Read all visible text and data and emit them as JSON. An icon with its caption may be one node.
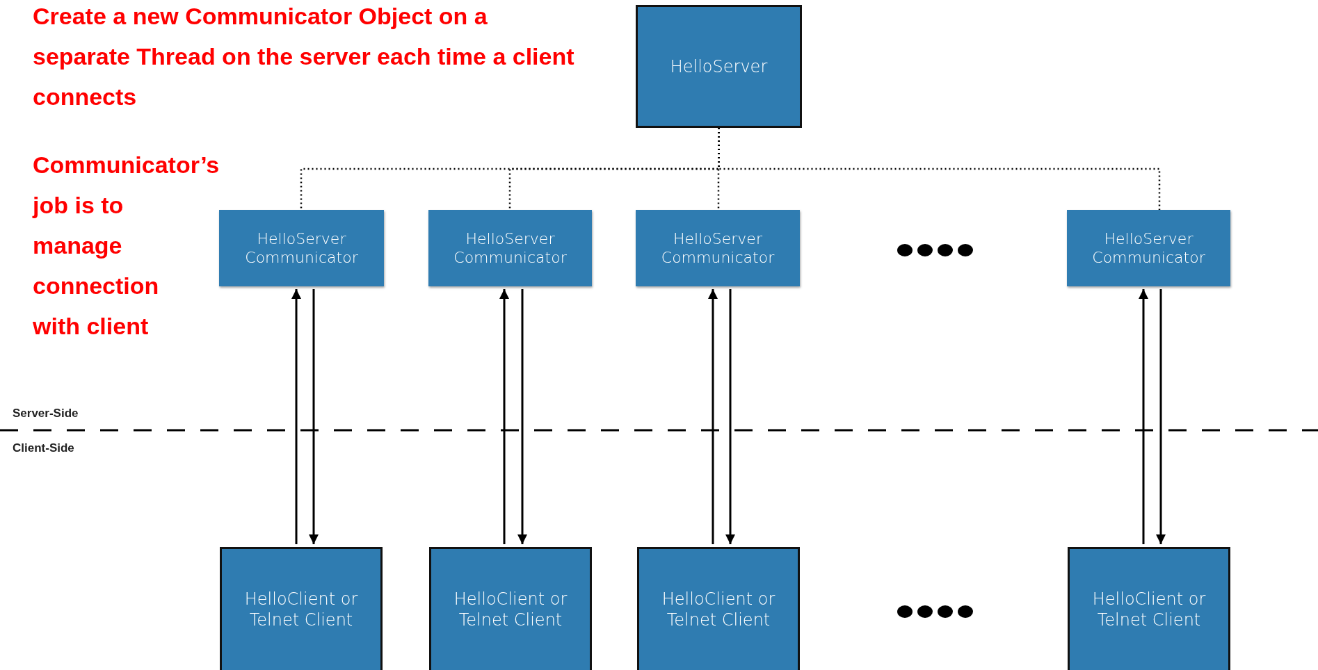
{
  "diagram": {
    "nodes": [
      {
        "text": [
          "HelloServer"
        ]
      },
      {
        "text": [
          "HelloServer Communicator"
        ]
      },
      {
        "text": [
          "HelloServer Communicator"
        ]
      },
      {
        "text": [
          "HelloServer Communicator"
        ]
      },
      {
        "text": [
          "HelloServer Communicator"
        ]
      },
      {
        "text": [
          "HelloClient or Telnet Client"
        ]
      },
      {
        "text": [
          "HelloClient or Telnet Client"
        ]
      },
      {
        "text": [
          "HelloClient or Telnet Client"
        ]
      },
      {
        "text": [
          "HelloClient or Telnet Client"
        ]
      }
    ],
    "edges": [
      {
        "from": 0,
        "to": 1,
        "arrow": "none",
        "style": "dashed"
      },
      {
        "from": 0,
        "to": 2,
        "arrow": "none",
        "style": "dashed"
      },
      {
        "from": 0,
        "to": 3,
        "arrow": "none",
        "style": "dashed"
      },
      {
        "from": 0,
        "to": 4,
        "arrow": "none",
        "style": "dashed"
      },
      {
        "from": 5,
        "to": 1,
        "arrow": "to"
      },
      {
        "from": 1,
        "to": 5,
        "arrow": "to"
      },
      {
        "from": 6,
        "to": 2,
        "arrow": "to"
      },
      {
        "from": 2,
        "to": 6,
        "arrow": "to"
      },
      {
        "from": 7,
        "to": 3,
        "arrow": "to"
      },
      {
        "from": 3,
        "to": 7,
        "arrow": "to"
      },
      {
        "from": 8,
        "to": 4,
        "arrow": "to"
      },
      {
        "from": 4,
        "to": 8,
        "arrow": "to"
      }
    ],
    "labels": [
      "Create a new Communicator Object on a separate Thread on the server each time a client connects",
      "Communicator’s job is to manage connection with client",
      "Server-Side",
      "Client-Side"
    ]
  }
}
